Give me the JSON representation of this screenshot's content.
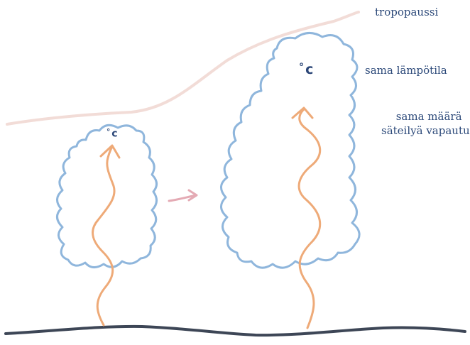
{
  "labels": {
    "tropopause": "tropopaussi",
    "same_temperature": "sama lämpötila",
    "same_radiation_line1": "sama määrä",
    "same_radiation_line2": "säteilyä vapautuu"
  },
  "cloud_units": {
    "small": {
      "degree": "°",
      "letter": "c"
    },
    "large": {
      "degree": "°",
      "letter": "c"
    }
  },
  "colors": {
    "cloud_outline": "#8fb6dc",
    "updraft_arrow": "#eeaa78",
    "transition_arrow": "#e4aab4",
    "tropopause_line": "#f2dcd7",
    "ground_line": "#3d4656",
    "label_text": "#2d4a7a",
    "unit_text": "#2b4677"
  }
}
